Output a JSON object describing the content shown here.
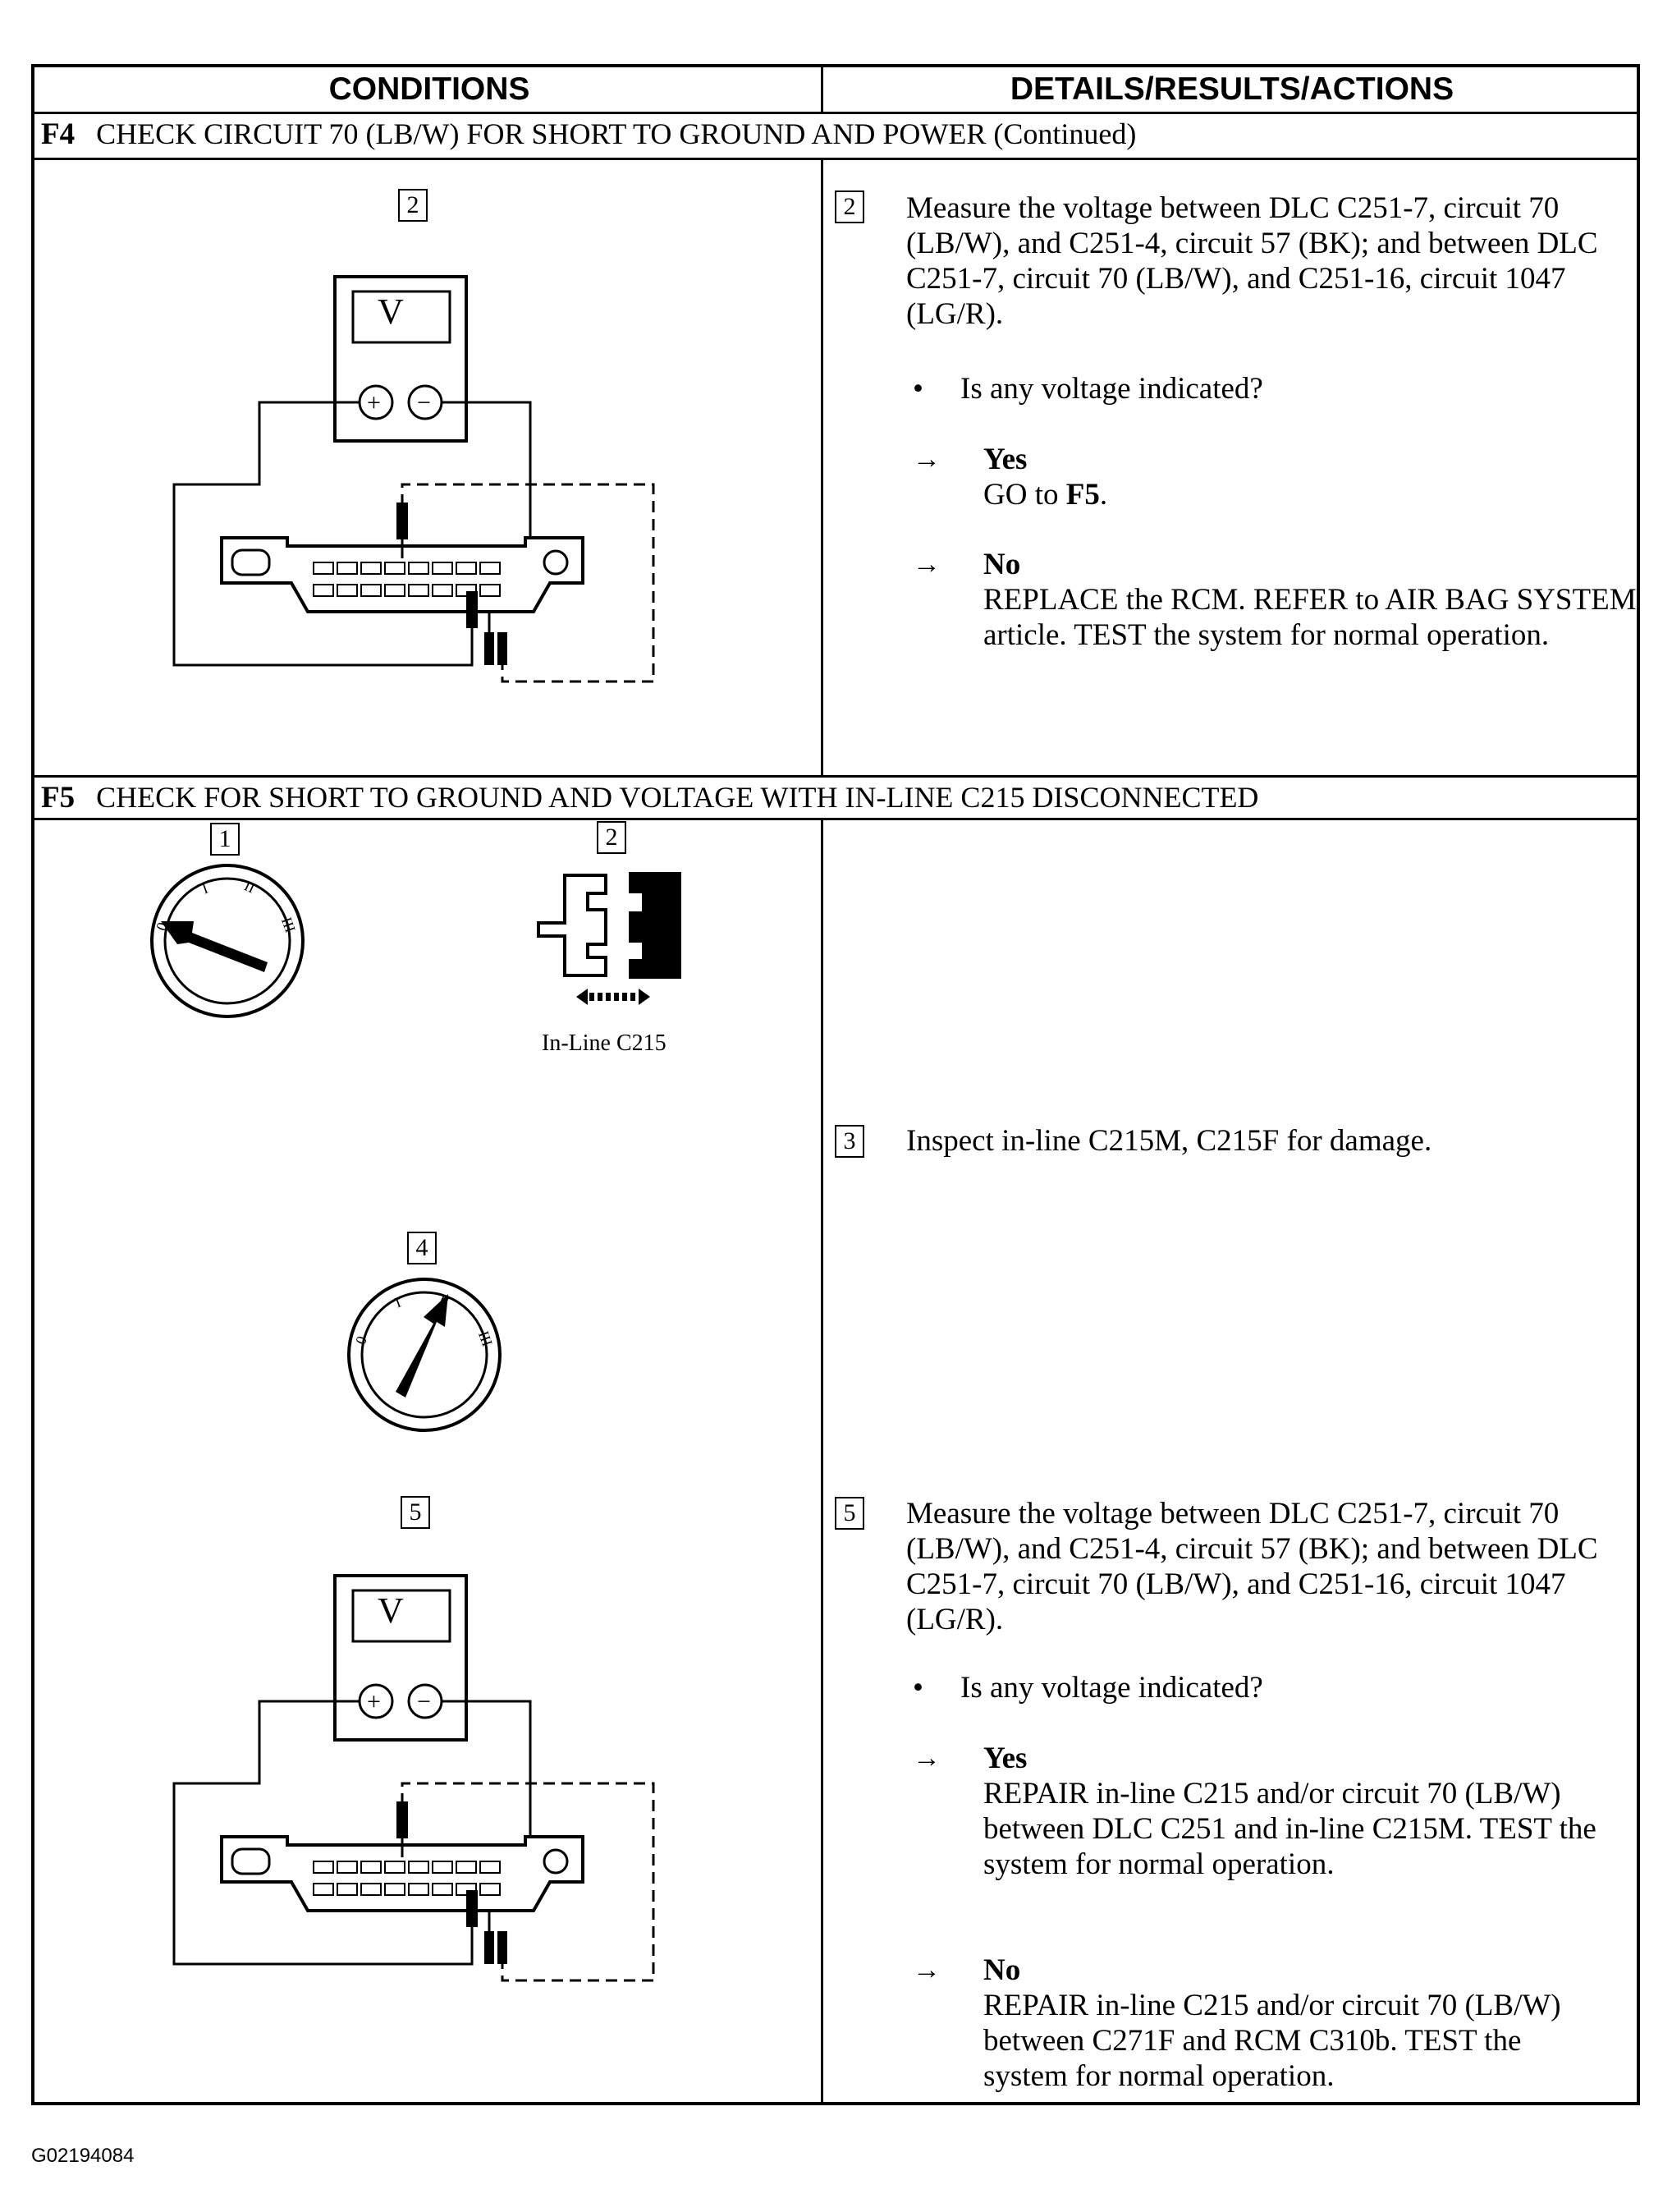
{
  "header": {
    "left": "CONDITIONS",
    "right": "DETAILS/RESULTS/ACTIONS"
  },
  "f4": {
    "code": "F4",
    "title": "CHECK CIRCUIT 70 (LB/W) FOR SHORT TO GROUND AND POWER (Continued)",
    "step2": {
      "num": "2",
      "text": "Measure the voltage between DLC C251-7, circuit 70 (LB/W), and C251-4, circuit 57 (BK); and between DLC C251-7, circuit 70 (LB/W), and C251-16, circuit 1047 (LG/R).",
      "question": "Is any voltage indicated?",
      "yes_label": "Yes",
      "yes_action_prefix": "GO to ",
      "yes_action_target": "F5",
      "yes_action_suffix": ".",
      "no_label": "No",
      "no_action": "REPLACE the RCM.  REFER to AIR BAG SYSTEM article.  TEST the system for normal operation."
    },
    "meter_label": "V",
    "plus": "+",
    "minus": "−"
  },
  "f5": {
    "code": "F5",
    "title": "CHECK FOR SHORT TO GROUND AND VOLTAGE WITH IN-LINE C215 DISCONNECTED",
    "fig1_num": "1",
    "fig2_num": "2",
    "fig2_caption": "In-Line C215",
    "step3": {
      "num": "3",
      "text": "Inspect in-line C215M, C215F for damage."
    },
    "fig4_num": "4",
    "step5": {
      "num": "5",
      "text": "Measure the voltage between DLC C251-7, circuit 70 (LB/W), and C251-4, circuit 57 (BK); and between DLC C251-7, circuit 70 (LB/W), and C251-16, circuit 1047 (LG/R).",
      "question": "Is any voltage indicated?",
      "yes_label": "Yes",
      "yes_action": "REPAIR in-line C215 and/or circuit 70 (LB/W) between DLC C251 and in-line C215M. TEST the system for normal operation.",
      "no_label": "No",
      "no_action": "REPAIR in-line C215 and/or circuit 70 (LB/W) between C271F and RCM C310b. TEST the system for normal operation."
    },
    "meter_label": "V",
    "plus": "+",
    "minus": "−",
    "ign_labels": [
      "0",
      "I",
      "II",
      "III"
    ]
  },
  "footer": {
    "id": "G02194084"
  }
}
